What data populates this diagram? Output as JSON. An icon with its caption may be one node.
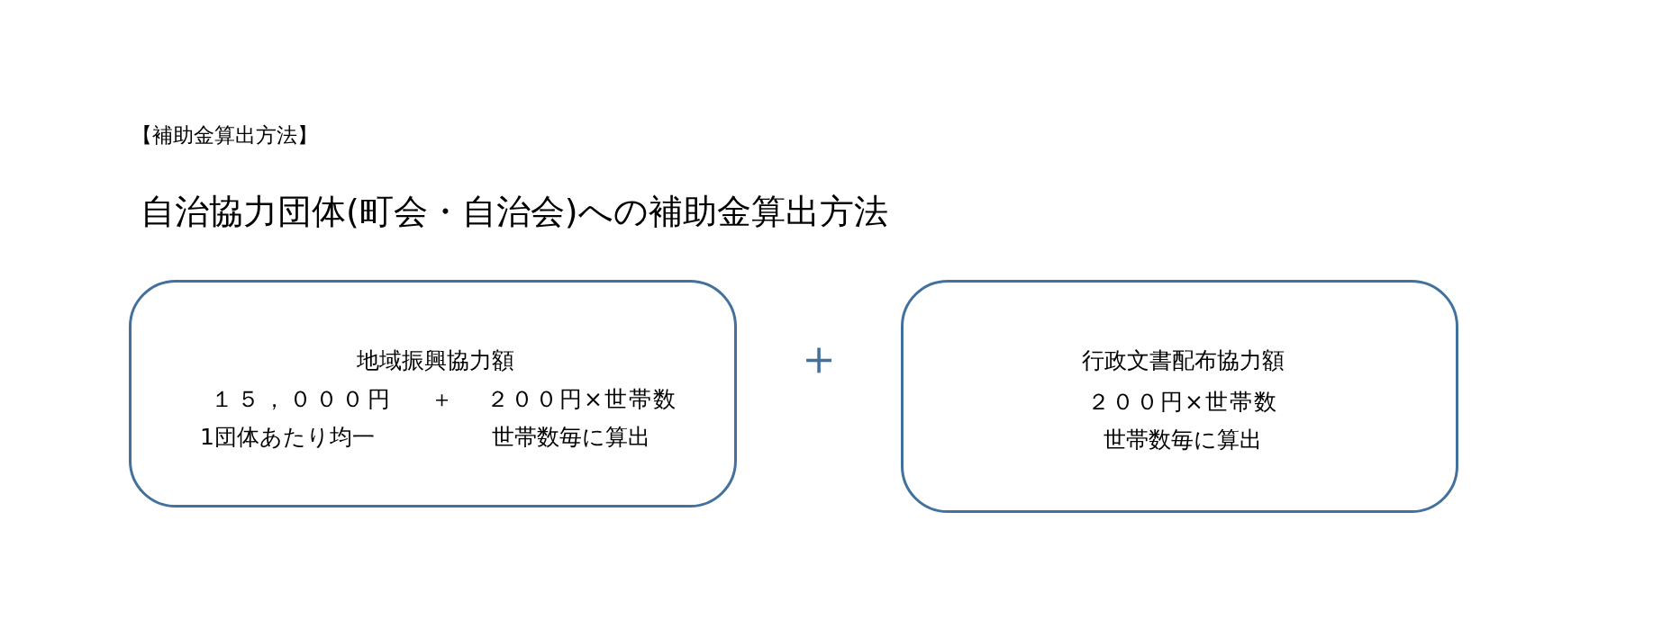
{
  "diagram": {
    "title": "自治協力団体(町会・自治会)への補助金算出方法",
    "nodes": [
      {
        "text": [
          "地域振興協力額",
          "１５，０００円",
          "＋",
          "２００円×世帯数",
          "1団体あたり均一",
          "世帯数毎に算出"
        ]
      },
      {
        "text": [
          "行政文書配布協力額",
          "２００円×世帯数",
          "世帯数毎に算出"
        ]
      }
    ],
    "labels": [
      "【補助金算出方法】",
      "＋"
    ]
  }
}
